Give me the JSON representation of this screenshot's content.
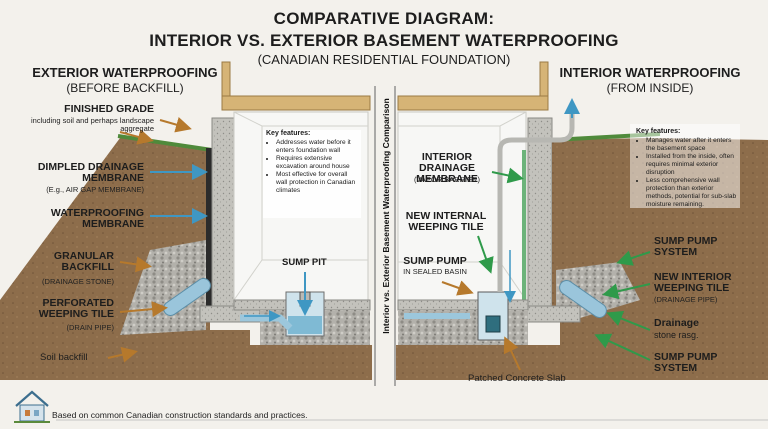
{
  "title": {
    "line1": "COMPARATIVE DIAGRAM:",
    "line2": "INTERIOR VS. EXTERIOR BASEMENT WATERPROOFING",
    "line3": "(CANADIAN RESIDENTIAL FOUNDATION)"
  },
  "exterior": {
    "heading": "EXTERIOR WATERPROOFING",
    "subheading": "(BEFORE BACKFILL)",
    "labels": {
      "finished_grade": "FINISHED GRADE",
      "finished_grade_sub": "including soil and perhaps landscape aggregate",
      "drainage_membrane": "DIMPLED DRAINAGE MEMBRANE",
      "drainage_membrane_sub": "(E.g., AIR GAP MEMBRANE)",
      "waterproofing_membrane": "WATERPROOFING MEMBRANE",
      "granular_backfill": "GRANULAR BACKFILL",
      "granular_backfill_sub": "(DRAINAGE STONE)",
      "weeping_tile": "PERFORATED WEEPING TILE",
      "weeping_tile_sub": "(DRAIN PIPE)",
      "soil_backfill": "Soil backfill",
      "sump_pit": "SUMP PIT"
    },
    "features_title": "Key features:",
    "features": [
      "Addresses water before it enters foundation wall",
      "Requires extensive excavation around house",
      "Most effective for overall wall protection in Canadian climates"
    ]
  },
  "divider_text": "Interior vs. Exterior Basement Waterproofing Comparison",
  "interior": {
    "heading": "INTERIOR WATERPROOFING",
    "subheading": "(FROM INSIDE)",
    "labels": {
      "interior_membrane": "INTERIOR DRAINAGE MEMBRANE",
      "interior_membrane_sub": "(VAPOR BARRIER)",
      "internal_weeping_tile": "NEW INTERNAL WEEPING TILE",
      "sump_pump": "SUMP PUMP",
      "sump_pump_sub": "IN SEALED BASIN",
      "patched_slab": "Patched Concrete Slab",
      "sump_pump_system": "SUMP PUMP SYSTEM",
      "new_interior_weeping_tile": "NEW INTERIOR WEEPING TILE",
      "new_interior_weeping_tile_sub": "(DRAINAGE PIPE)",
      "drainage": "Drainage",
      "drainage_sub": "stone rasg.",
      "sump_pump_system_2": "SUMP PUMP SYSTEM"
    },
    "features_title": "Key features:",
    "features": [
      "Manages water after it enters the basement space",
      "Installed from the inside, often requires minimal exterior disruption",
      "Less comprehensive wall protection than exterior methods, potential for sub-slab moisture remaining."
    ]
  },
  "footer": "Based on common Canadian construction standards and practices.",
  "colors": {
    "soil": "#8a6a48",
    "concrete": "#bdbcb6",
    "gravel": "#a9a7a1",
    "pipe": "#8fc0d8",
    "water_arrow": "#4aa0c8",
    "pointer_arrow": "#b6792c",
    "green_arrow": "#2f9a4a",
    "wood": "#d8b77a"
  },
  "icons": [
    "house-icon",
    "water-flow-arrow-icon"
  ]
}
